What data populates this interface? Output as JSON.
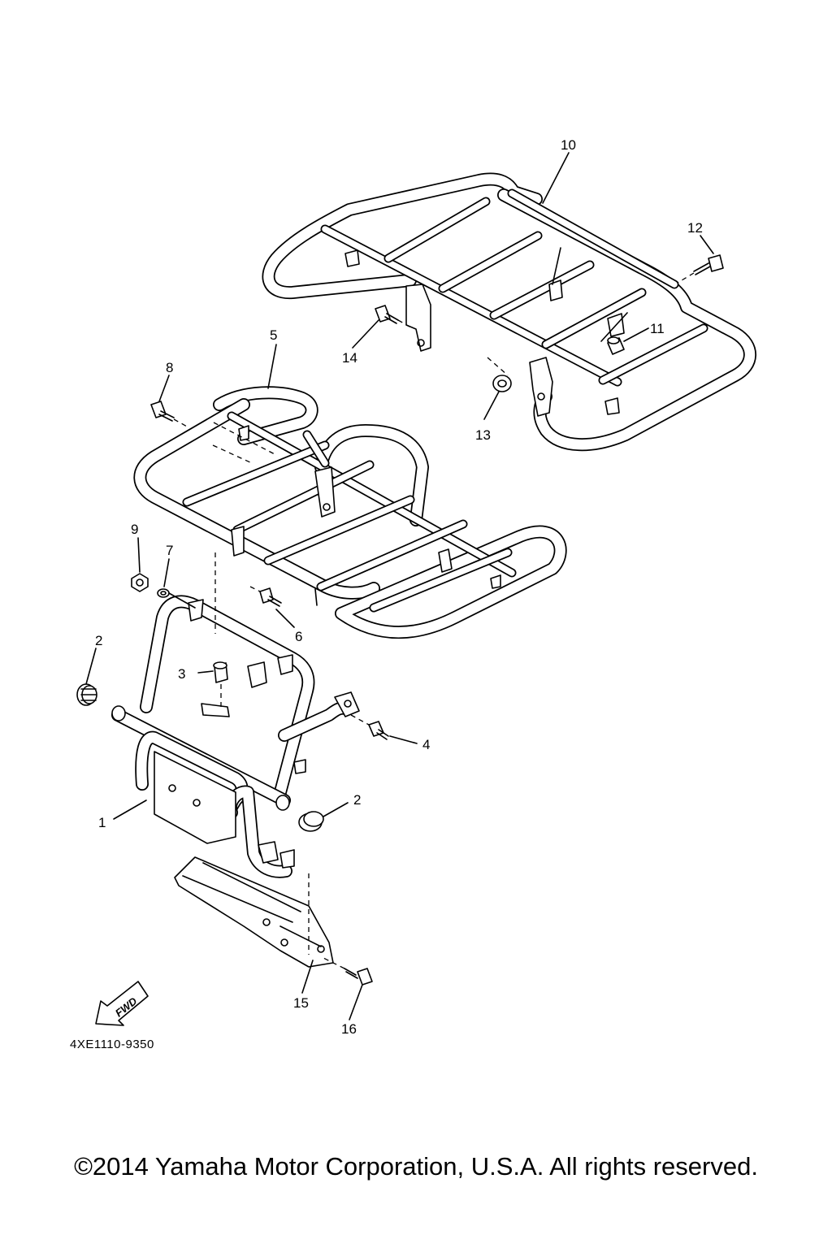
{
  "callouts": [
    {
      "id": "c1",
      "label": "1"
    },
    {
      "id": "c2a",
      "label": "2"
    },
    {
      "id": "c2b",
      "label": "2"
    },
    {
      "id": "c3",
      "label": "3"
    },
    {
      "id": "c4",
      "label": "4"
    },
    {
      "id": "c5",
      "label": "5"
    },
    {
      "id": "c6",
      "label": "6"
    },
    {
      "id": "c7",
      "label": "7"
    },
    {
      "id": "c8",
      "label": "8"
    },
    {
      "id": "c9",
      "label": "9"
    },
    {
      "id": "c10",
      "label": "10"
    },
    {
      "id": "c11",
      "label": "11"
    },
    {
      "id": "c12",
      "label": "12"
    },
    {
      "id": "c13",
      "label": "13"
    },
    {
      "id": "c14",
      "label": "14"
    },
    {
      "id": "c15",
      "label": "15"
    },
    {
      "id": "c16",
      "label": "16"
    }
  ],
  "direction_label": "FWD",
  "diagram_code": "4XE1110-9350",
  "copyright": "©2014 Yamaha Motor Corporation, U.S.A. All rights reserved."
}
